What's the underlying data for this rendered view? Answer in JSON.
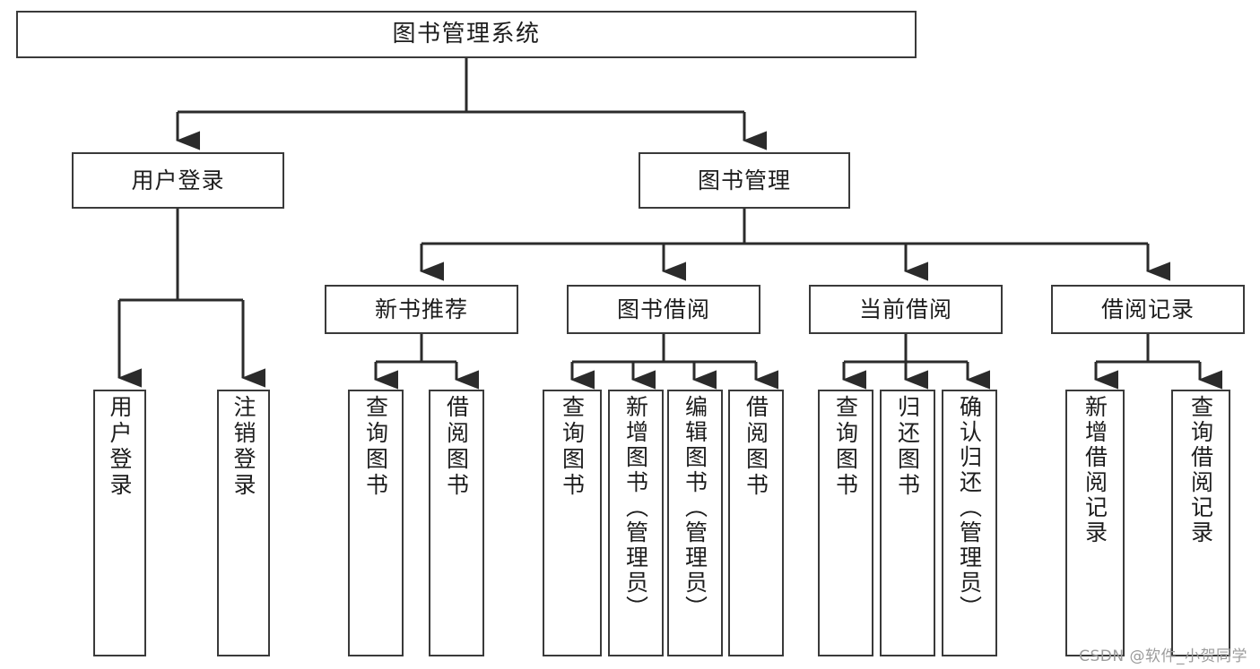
{
  "diagram": {
    "title": "图书管理系统",
    "watermark": "CSDN @软件_小贺同学",
    "colors": {
      "background": "#ffffff",
      "box_border": "#3a3a3a",
      "box_fill": "#ffffff",
      "connector": "#2b2b2b",
      "text": "#1d1d1d",
      "watermark": "#9c9c9c"
    },
    "root": {
      "label": "图书管理系统"
    },
    "level1": [
      {
        "label": "用户登录"
      },
      {
        "label": "图书管理"
      }
    ],
    "level2": [
      {
        "label": "新书推荐"
      },
      {
        "label": "图书借阅"
      },
      {
        "label": "当前借阅"
      },
      {
        "label": "借阅记录"
      }
    ],
    "leaves": {
      "user_login": [
        {
          "label": "用户登录"
        },
        {
          "label": "注销登录"
        }
      ],
      "new_book_recommend": [
        {
          "label": "查询图书"
        },
        {
          "label": "借阅图书"
        }
      ],
      "book_borrow": [
        {
          "label": "查询图书"
        },
        {
          "label": "新增图书（管理员）"
        },
        {
          "label": "编辑图书（管理员）"
        },
        {
          "label": "借阅图书"
        }
      ],
      "current_borrow": [
        {
          "label": "查询图书"
        },
        {
          "label": "归还图书"
        },
        {
          "label": "确认归还（管理员）"
        }
      ],
      "borrow_record": [
        {
          "label": "新增借阅记录"
        },
        {
          "label": "查询借阅记录"
        }
      ]
    }
  }
}
